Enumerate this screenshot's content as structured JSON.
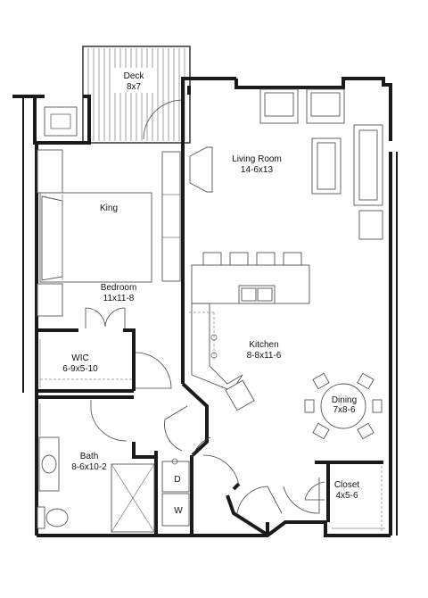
{
  "rooms": {
    "deck": {
      "name": "Deck",
      "size": "8x7"
    },
    "living_room": {
      "name": "Living Room",
      "size": "14-6x13"
    },
    "bedroom_bed": {
      "name": "King"
    },
    "bedroom": {
      "name": "Bedroom",
      "size": "11x11-8"
    },
    "wic": {
      "name": "WIC",
      "size": "6-9x5-10"
    },
    "kitchen": {
      "name": "Kitchen",
      "size": "8-8x11-6"
    },
    "dining": {
      "name": "Dining",
      "size": "7x8-6"
    },
    "bath": {
      "name": "Bath",
      "size": "8-6x10-2"
    },
    "closet": {
      "name": "Closet",
      "size": "4x5-6"
    },
    "dryer": {
      "name": "D"
    },
    "washer": {
      "name": "W"
    }
  }
}
